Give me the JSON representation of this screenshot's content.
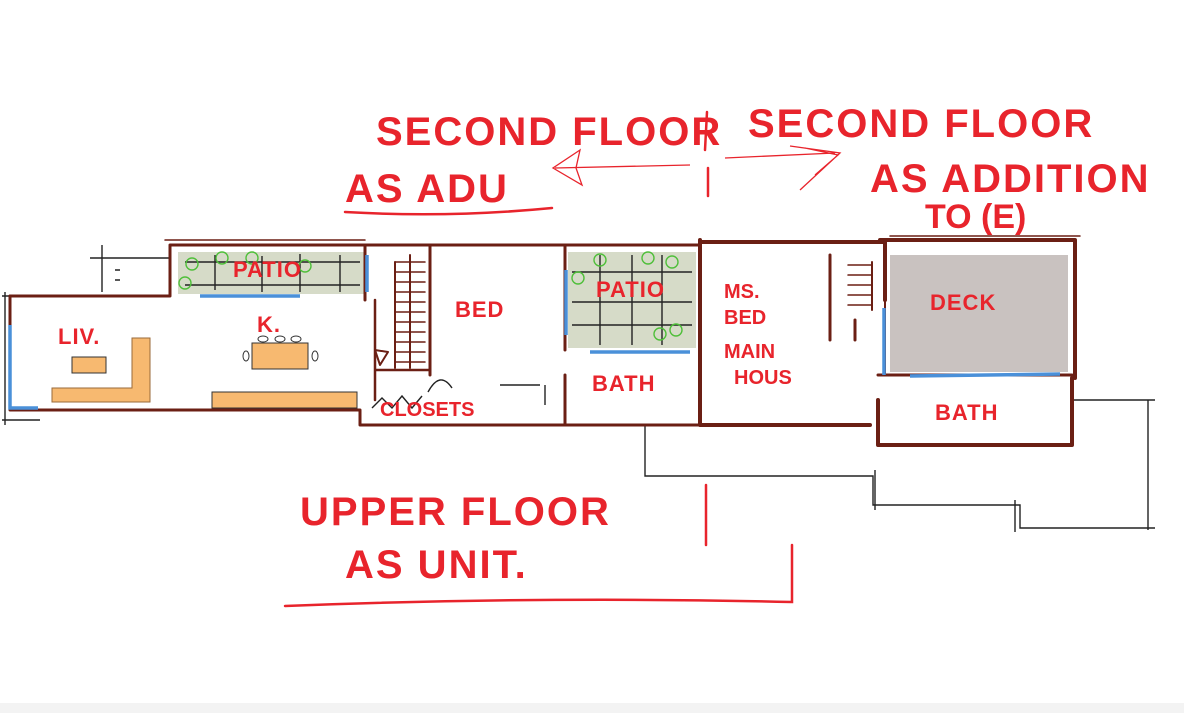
{
  "annotations": {
    "second_floor_adu_line1": "SECOND FLOOR",
    "second_floor_adu_line2": "AS ADU",
    "second_floor_addition_line1": "SECOND FLOOR",
    "second_floor_addition_line2": "AS ADDITION",
    "second_floor_addition_line3": "TO (E)",
    "upper_floor_line1": "UPPER FLOOR",
    "upper_floor_line2": "AS UNIT."
  },
  "rooms": {
    "patio_left": "PATIO",
    "patio_right": "PATIO",
    "living": "LIV.",
    "kitchen": "K.",
    "bed": "BED",
    "bath_left": "BATH",
    "closets": "CLOSETS",
    "master_bed_line1": "MS.",
    "master_bed_line2": "BED",
    "master_bed_line3": "MAIN",
    "master_bed_line4": "HOUS",
    "deck": "DECK",
    "bath_right": "BATH"
  },
  "colors": {
    "annotation_red": "#e8242c",
    "wall_brown": "#6b1f14",
    "glass_blue": "#4a90d9",
    "patio_fill": "#d6dbc8",
    "deck_fill": "#c9c2c0",
    "furniture_orange": "#f7b970",
    "shrub_green": "#4fbf3a"
  }
}
